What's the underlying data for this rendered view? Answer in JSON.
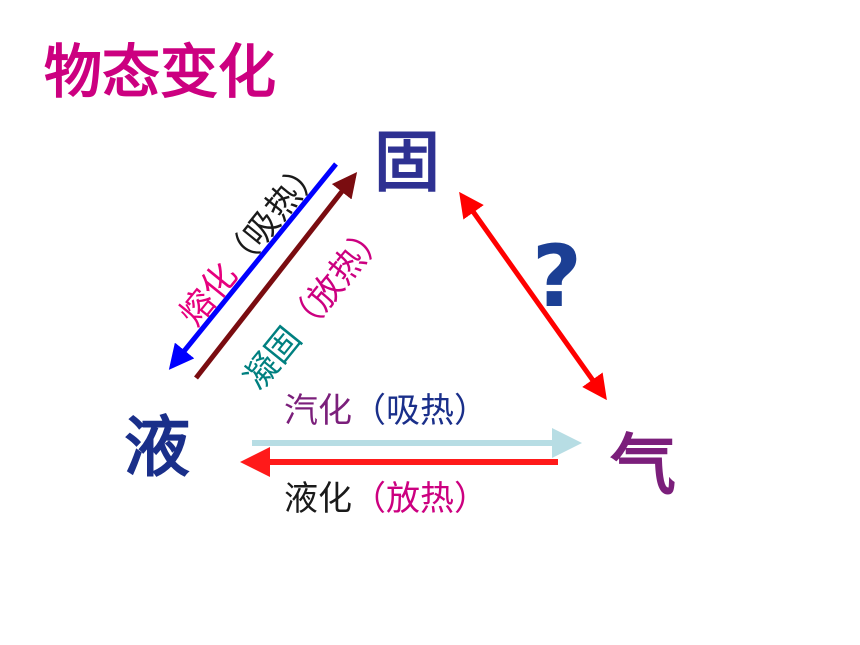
{
  "title": "物态变化",
  "states": {
    "solid": "固",
    "liquid": "液",
    "gas": "气"
  },
  "unknown_mark": "?",
  "transitions": {
    "melting": {
      "name": "熔化",
      "heat": "（吸热）"
    },
    "solidification": {
      "name": "凝固",
      "heat": "（放热）"
    },
    "vaporization": {
      "name": "汽化",
      "heat": "（吸热）"
    },
    "liquefaction": {
      "name": "液化",
      "heat": "（放热）"
    }
  },
  "colors": {
    "title": "#cc0080",
    "solid": "#2e3192",
    "liquid": "#1a2f8a",
    "gas": "#7b1f7b",
    "question": "#1c3f94",
    "melting_name": "#e6007e",
    "melting_heat": "#1a1a1a",
    "melting_arrow": "#0000ff",
    "solidification_name": "#008080",
    "solidification_heat": "#cc0080",
    "solidification_arrow": "#7a0c10",
    "vaporization_name": "#7b1f7b",
    "vaporization_heat": "#1a2f8a",
    "vaporization_arrow": "#b7dde4",
    "liquefaction_name": "#1a1a1a",
    "liquefaction_heat": "#cc0080",
    "liquefaction_arrow": "#ff1a1a",
    "sublimation_arrow": "#ff0000"
  }
}
